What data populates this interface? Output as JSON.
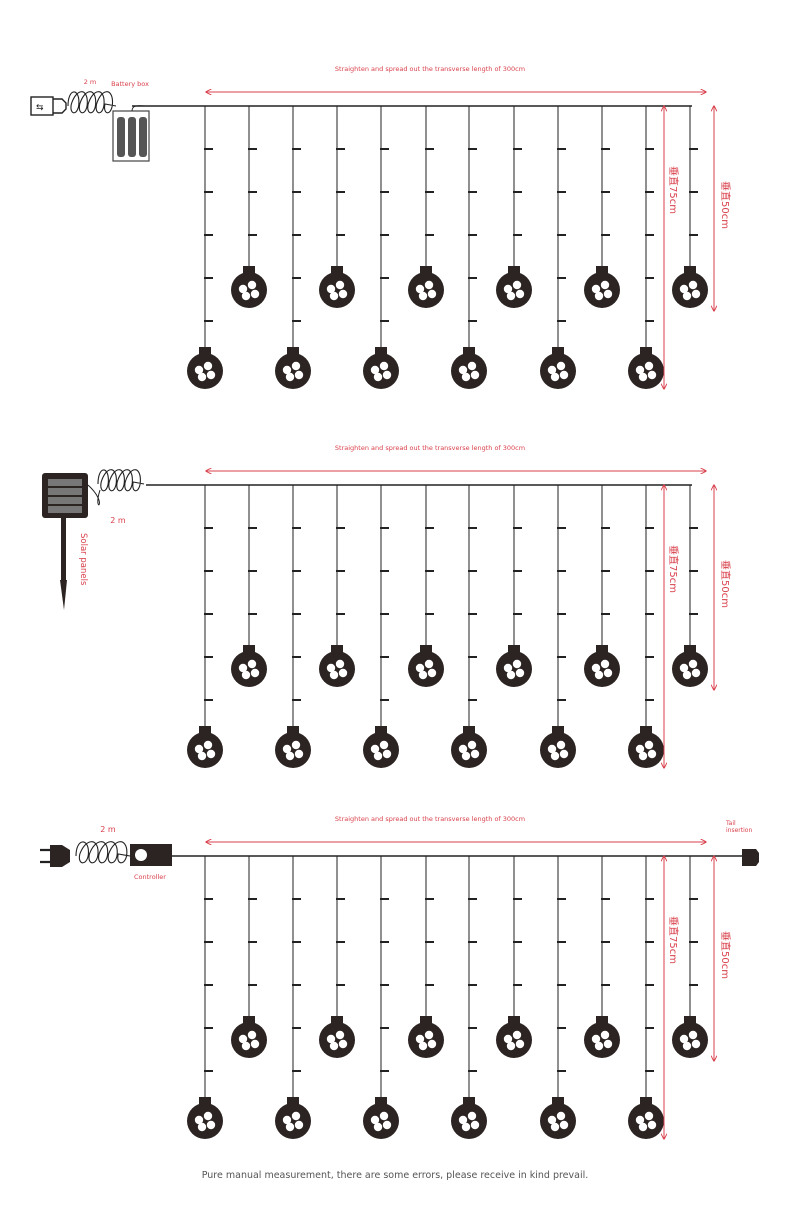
{
  "panels": [
    {
      "dimension_label": "Straighten and spread out the transverse length of 300cm",
      "cable_length_label": "2 m",
      "power_label": "Battery box",
      "vertical_long_label": "垂直75cm",
      "vertical_short_label": "垂直50cm",
      "power_icon": "usb-plug-icon",
      "source_icon": "battery-box-icon"
    },
    {
      "dimension_label": "Straighten and spread out the transverse length of 300cm",
      "cable_length_label": "2 m",
      "power_label": "Solar panels",
      "vertical_long_label": "垂直75cm",
      "vertical_short_label": "垂直50cm",
      "source_icon": "solar-panel-icon"
    },
    {
      "dimension_label": "Straighten and spread out the transverse length of 300cm",
      "cable_length_label": "2 m",
      "power_label": "Controller",
      "tail_label_line1": "Tail",
      "tail_label_line2": "insertion",
      "vertical_long_label": "垂直75cm",
      "vertical_short_label": "垂直50cm",
      "power_icon": "wall-plug-icon",
      "source_icon": "controller-icon",
      "tail_icon": "tail-connector-icon"
    }
  ],
  "footer": "Pure manual measurement, there are some errors, please receive in kind prevail.",
  "colors": {
    "annotation": "#d9414c",
    "ink": "#222222",
    "bulb": "#2c2422"
  }
}
